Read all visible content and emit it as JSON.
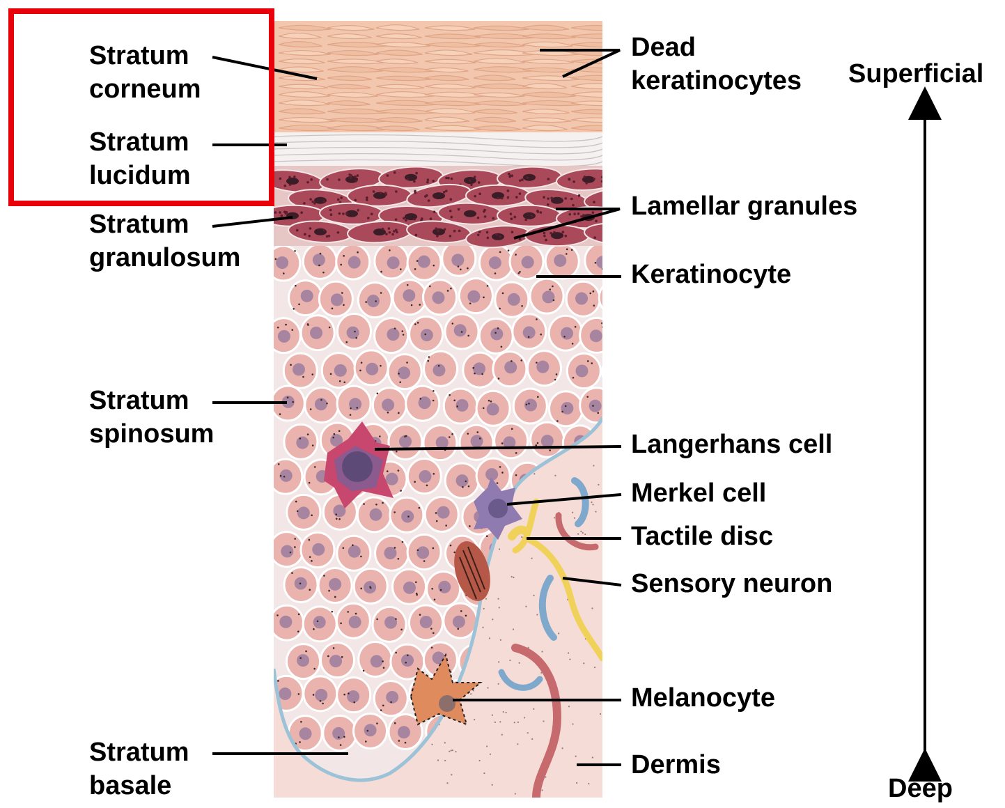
{
  "labels_left": {
    "corneum": [
      "Stratum",
      "corneum"
    ],
    "lucidum": [
      "Stratum",
      "lucidum"
    ],
    "granulosum": [
      "Stratum",
      "granulosum"
    ],
    "spinosum": [
      "Stratum",
      "spinosum"
    ],
    "basale": [
      "Stratum",
      "basale"
    ]
  },
  "labels_right": {
    "dead_keratinocytes": [
      "Dead",
      "keratinocytes"
    ],
    "lamellar_granules": "Lamellar granules",
    "keratinocyte": "Keratinocyte",
    "langerhans_cell": "Langerhans cell",
    "merkel_cell": "Merkel cell",
    "tactile_disc": "Tactile disc",
    "sensory_neuron": "Sensory neuron",
    "melanocyte": "Melanocyte",
    "dermis": "Dermis"
  },
  "axis": {
    "top": "Superficial",
    "bottom": "Deep"
  },
  "colors": {
    "highlight": "#e8000b",
    "corneum": "#f3c7ad",
    "lucidum": "#f4f1f0",
    "granulosum": "#a9495a",
    "spinosum_cell": "#eab3ad",
    "nucleus": "#9b7c9e",
    "basal_cell": "#c46e62",
    "dermis": "#f6dcd6",
    "basement_membrane": "#9cc2d8",
    "langerhans": "#c8476e",
    "merkel": "#8f7bb0",
    "nerve": "#f0d25a",
    "vessel_red": "#c76a6e",
    "vessel_blue": "#7fa9cc"
  }
}
